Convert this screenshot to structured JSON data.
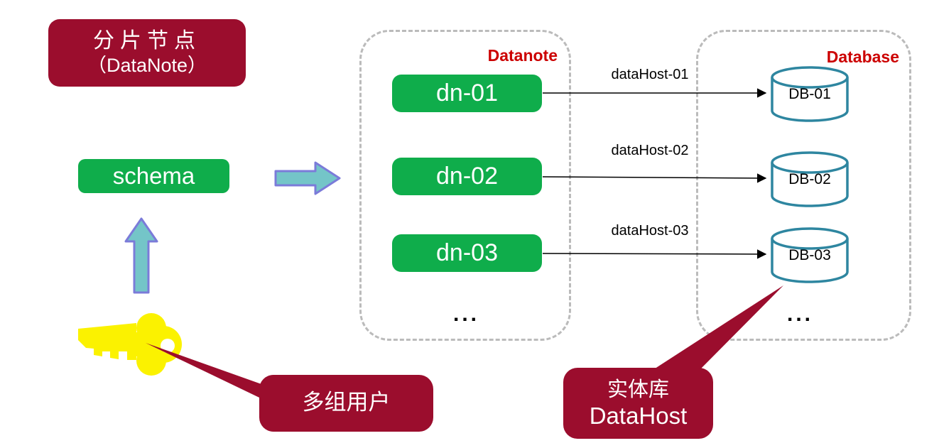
{
  "title_box": {
    "line1": "分片节点",
    "line2": "（DataNote）"
  },
  "schema_box": {
    "label": "schema"
  },
  "datanote_group": {
    "label": "Datanote",
    "nodes": [
      {
        "label": "dn-01"
      },
      {
        "label": "dn-02"
      },
      {
        "label": "dn-03"
      }
    ],
    "ellipsis": "..."
  },
  "database_group": {
    "label": "Database",
    "databases": [
      {
        "label": "DB-01"
      },
      {
        "label": "DB-02"
      },
      {
        "label": "DB-03"
      }
    ],
    "ellipsis": "..."
  },
  "connections": [
    {
      "label": "dataHost-01"
    },
    {
      "label": "dataHost-02"
    },
    {
      "label": "dataHost-03"
    }
  ],
  "callouts": {
    "users": {
      "label": "多组用户"
    },
    "datahost": {
      "line1": "实体库",
      "line2": "DataHost"
    }
  },
  "icons": {
    "key": "key-icon",
    "arrow_right": "arrow-right-icon",
    "arrow_up": "arrow-up-icon"
  },
  "colors": {
    "maroon": "#9b0d2d",
    "green": "#0fad4b",
    "label_red": "#cc0000",
    "cylinder_stroke": "#2e86a0",
    "block_arrow_fill": "#74c5c8",
    "block_arrow_stroke": "#7b7bd9",
    "key_yellow": "#fbf200",
    "dashed_gray": "#bbbbbb"
  }
}
